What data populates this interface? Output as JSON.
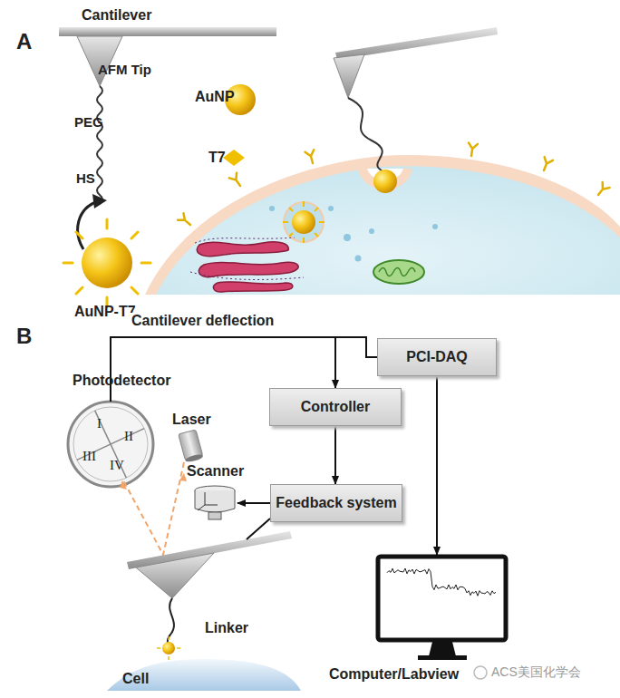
{
  "diagram": {
    "nodes": [
      {
        "text": [
          "PCI-DAQ"
        ]
      },
      {
        "text": [
          "Photodetector",
          "I",
          "II",
          "III",
          "IV"
        ]
      },
      {
        "text": [
          "Controller"
        ]
      },
      {
        "text": [
          "Scanner"
        ]
      },
      {
        "text": [
          "Feedback system"
        ]
      },
      {
        "text": [
          "Computer/Labview"
        ]
      }
    ],
    "edges": [
      {
        "from": 1,
        "to": 2,
        "arrow": "to"
      },
      {
        "from": 1,
        "to": 0,
        "arrow": "none"
      },
      {
        "from": 2,
        "to": 4,
        "arrow": "to"
      },
      {
        "from": 4,
        "to": 3,
        "arrow": "to"
      },
      {
        "from": 0,
        "to": 5,
        "arrow": "to"
      }
    ],
    "labels": [
      "A",
      "Cantilever",
      "AFM Tip",
      "PEG",
      "HS",
      "AuNP",
      "T7",
      "AuNP-T7",
      "B",
      "Cantilever deflection",
      "Laser",
      "Linker",
      "Cell",
      "ACS美国化学会"
    ]
  }
}
